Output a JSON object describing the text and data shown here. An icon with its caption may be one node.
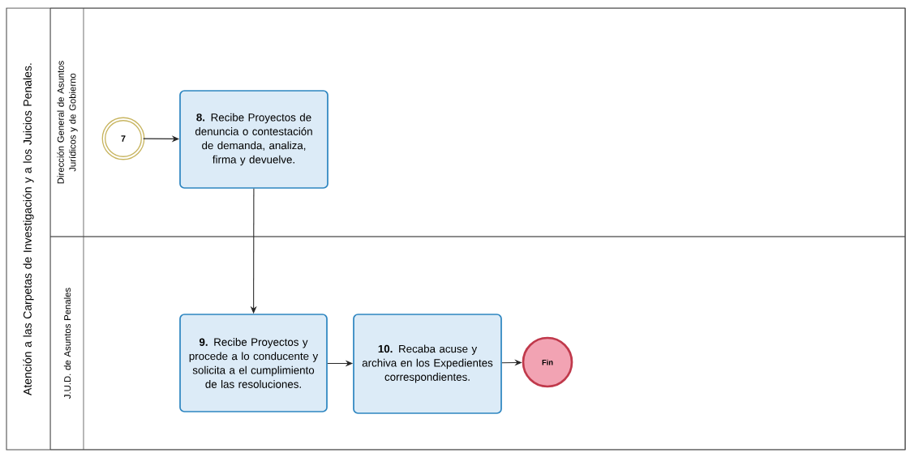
{
  "diagram": {
    "nodes": [
      {
        "text": [
          "Atención a las Carpetas de Investigación y a los Juicios Penales."
        ]
      },
      {
        "text": [
          "Dirección General de Asuntos Jurídicos y de Gobierno"
        ],
        "in": 0
      },
      {
        "text": [
          "J.U.D. de Asuntos Penales"
        ],
        "in": 0
      },
      {
        "text": [
          "7"
        ],
        "in": 1
      },
      {
        "text": [
          "**8.** Recibe Proyectos de denuncia o contestación de demanda, analiza, firma y devuelve."
        ],
        "in": 1
      },
      {
        "text": [
          "**9.** Recibe Proyectos y procede a lo conducente y solicita a el cumplimiento de las resoluciones."
        ],
        "in": 2
      },
      {
        "text": [
          "**10.** Recaba acuse y archiva en los Expedientes correspondientes."
        ],
        "in": 2
      },
      {
        "text": [
          "Fin"
        ],
        "in": 2
      }
    ],
    "edges": [
      {
        "from": 3,
        "to": 4,
        "arrow": "to"
      },
      {
        "from": 4,
        "to": 5,
        "arrow": "to"
      },
      {
        "from": 5,
        "to": 6,
        "arrow": "to"
      },
      {
        "from": 6,
        "to": 7,
        "arrow": "to"
      }
    ]
  }
}
